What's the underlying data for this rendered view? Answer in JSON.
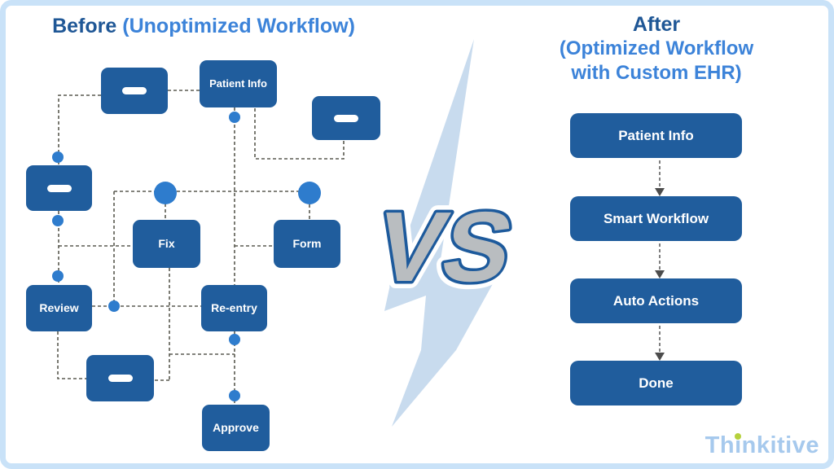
{
  "left_panel": {
    "title_bold": "Before",
    "title_rest": "(Unoptimized Workflow)",
    "node_labels": {
      "patient_info": "Patient Info",
      "fix": "Fix",
      "form": "Form",
      "review": "Review",
      "reentry": "Re-entry",
      "approve": "Approve"
    }
  },
  "right_panel": {
    "title_bold": "After",
    "title_line2": "(Optimized Workflow",
    "title_line3": "with Custom EHR)",
    "steps": [
      "Patient Info",
      "Smart Workflow",
      "Auto Actions",
      "Done"
    ]
  },
  "center": {
    "vs_label": "VS"
  },
  "logo": {
    "full_text": "Thinkitive",
    "part_before": "Th",
    "i_stem": "ı",
    "part_after": "nkitive"
  },
  "colors": {
    "box_blue": "#205d9d",
    "dot_blue": "#2e7ccd",
    "title_dark_blue": "#1f5796",
    "title_light_blue": "#3c83d9",
    "connector_gray": "#5a5a50",
    "bolt_light_blue": "#c8dbee",
    "vs_fill_gray": "#b9bdc0",
    "vs_stroke_blue": "#1d5a9c",
    "frame_light_blue": "#c9e2f8",
    "logo_blue": "#a6c9ed",
    "logo_dot_green": "#b6d13c"
  }
}
